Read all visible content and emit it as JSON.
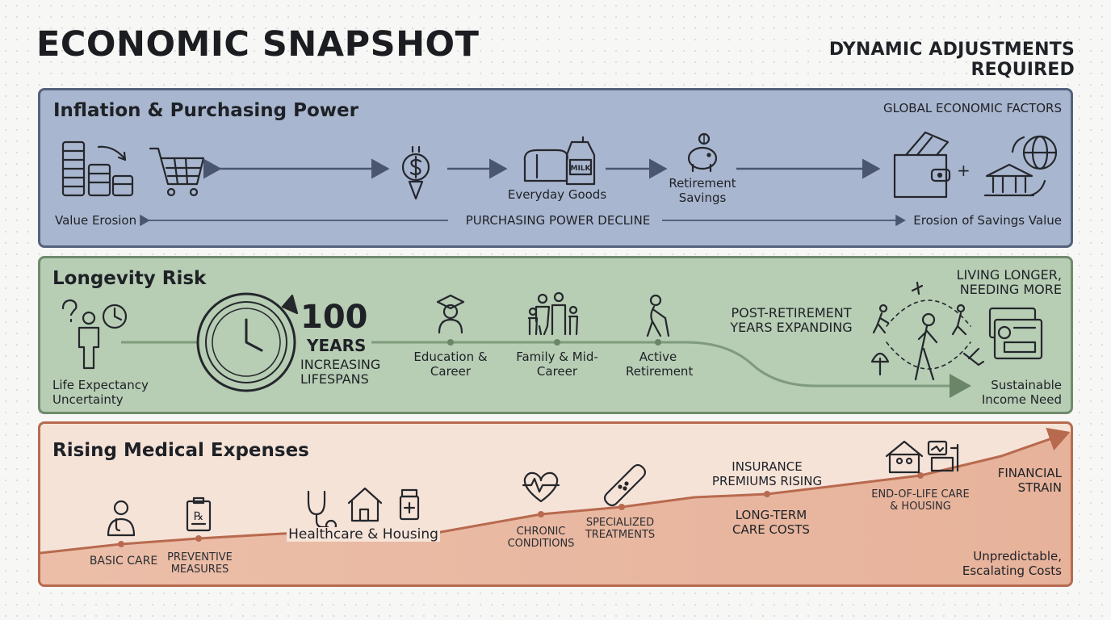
{
  "title": "ECONOMIC SNAPSHOT",
  "subtitle": "DYNAMIC ADJUSTMENTS REQUIRED",
  "colors": {
    "inflation_panel": "#a9b6cf",
    "longevity_panel": "#b7cdb4",
    "medical_panel": "#f6e3d8",
    "medical_accent": "#b86a4e"
  },
  "inflation": {
    "title": "Inflation & Purchasing Power",
    "corner_label": "GLOBAL ECONOMIC FACTORS",
    "value_erosion": "Value Erosion",
    "everyday_goods": "Everyday Goods",
    "milk_label": "MILK",
    "retirement_savings": "Retirement Savings",
    "decline_label": "PURCHASING POWER DECLINE",
    "savings_erosion": "Erosion of Savings Value",
    "plus_sign": "+",
    "icons": [
      "coin-stacks-icon",
      "shopping-cart-icon",
      "dollar-down-icon",
      "bread-icon",
      "milk-jug-icon",
      "piggy-bank-icon",
      "wallet-cash-icon",
      "bank-globe-icon"
    ]
  },
  "longevity": {
    "title": "Longevity Risk",
    "corner_label": "LIVING LONGER, NEEDING MORE",
    "life_expectancy": "Life Expectancy Uncertainty",
    "years_number": "100",
    "years_word": "YEARS",
    "increasing_lifespans": "INCREASING LIFESPANS",
    "stages": [
      "Education & Career",
      "Family & Mid-Career",
      "Active Retirement"
    ],
    "post_retirement": "POST-RETIREMENT YEARS EXPANDING",
    "income_need": "Sustainable Income Need",
    "icons": [
      "question-person-icon",
      "clock-icon",
      "graduate-icon",
      "family-icon",
      "elder-cane-icon",
      "activities-icon",
      "social-security-card-icon"
    ]
  },
  "medical": {
    "title": "Rising Medical Expenses",
    "points": [
      "BASIC CARE",
      "PREVENTIVE MEASURES",
      "Healthcare & Housing",
      "CHRONIC CONDITIONS",
      "SPECIALIZED TREATMENTS",
      "LONG-TERM CARE COSTS",
      "END-OF-LIFE CARE & HOUSING"
    ],
    "insurance": "INSURANCE PREMIUMS RISING",
    "strain": "FINANCIAL STRAIN",
    "unpredictable": "Unpredictable, Escalating Costs",
    "rx_symbol": "℞",
    "icons": [
      "doctor-icon",
      "prescription-icon",
      "stethoscope-icon",
      "house-icon",
      "pill-bottle-icon",
      "heart-rate-icon",
      "bandage-icon",
      "care-home-icon",
      "hospital-monitor-icon"
    ]
  }
}
